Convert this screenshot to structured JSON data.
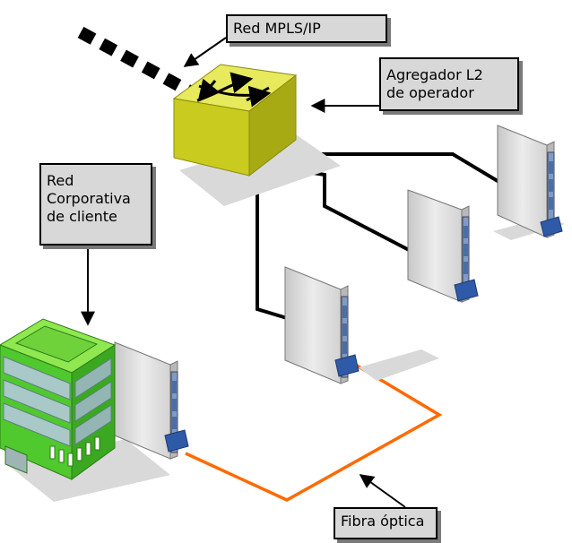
{
  "labels": {
    "mpls": "Red MPLS/IP",
    "aggregator_line1": "Agregador L2",
    "aggregator_line2": "de operador",
    "corp_line1": "Red",
    "corp_line2": "Corporativa",
    "corp_line3": "de cliente",
    "fiber": "Fibra óptica"
  },
  "colors": {
    "callout_bg": "#d8d8d8",
    "switch_top": "#e4e85a",
    "switch_front": "#c9cc1e",
    "switch_side": "#a8aa14",
    "fiber": "#ff6a00",
    "link": "#000000",
    "building_green": "#4fc92e",
    "building_roof": "#7fe84f",
    "building_glass": "#a9c9c8",
    "device_panel": "#dcdcdc",
    "device_module": "#4a6fa8"
  },
  "icons": [
    "switch-icon",
    "building-icon",
    "access-device-icon",
    "arrow-icon"
  ]
}
